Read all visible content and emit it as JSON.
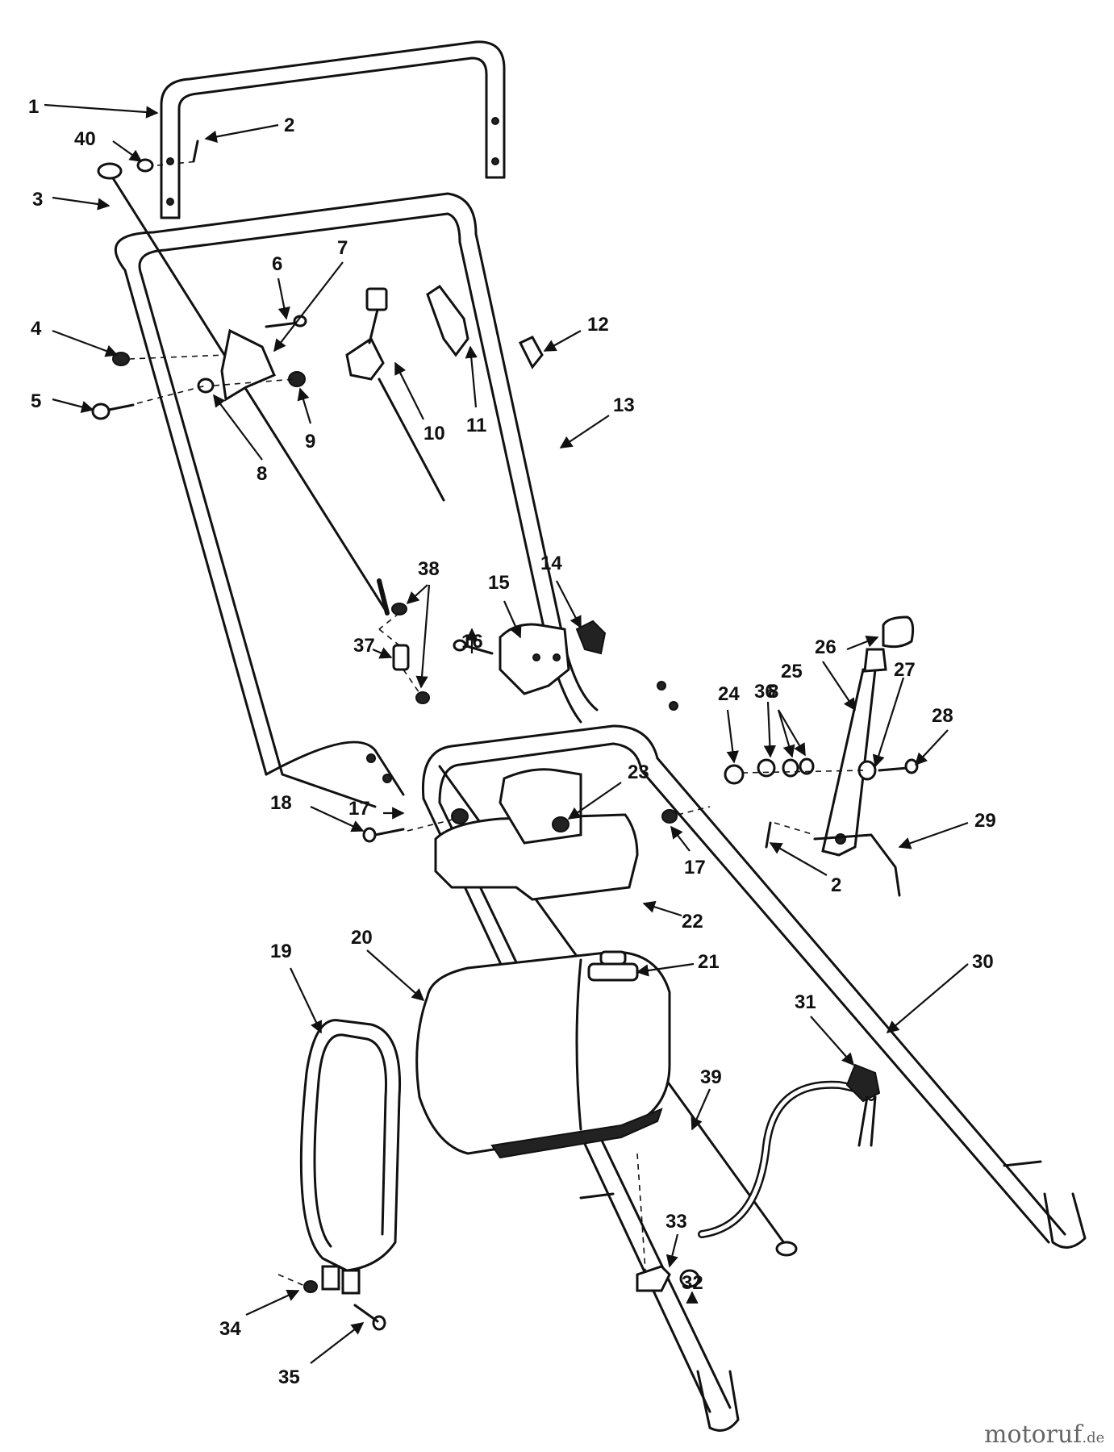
{
  "callouts": [
    {
      "id": "1"
    },
    {
      "id": "2"
    },
    {
      "id": "3"
    },
    {
      "id": "4"
    },
    {
      "id": "5"
    },
    {
      "id": "6"
    },
    {
      "id": "7"
    },
    {
      "id": "8"
    },
    {
      "id": "9"
    },
    {
      "id": "10"
    },
    {
      "id": "11"
    },
    {
      "id": "12"
    },
    {
      "id": "13"
    },
    {
      "id": "14"
    },
    {
      "id": "15"
    },
    {
      "id": "16"
    },
    {
      "id": "17"
    },
    {
      "id": "18"
    },
    {
      "id": "19"
    },
    {
      "id": "20"
    },
    {
      "id": "21"
    },
    {
      "id": "22"
    },
    {
      "id": "23"
    },
    {
      "id": "24"
    },
    {
      "id": "25"
    },
    {
      "id": "26"
    },
    {
      "id": "27"
    },
    {
      "id": "28"
    },
    {
      "id": "29"
    },
    {
      "id": "30"
    },
    {
      "id": "31"
    },
    {
      "id": "32"
    },
    {
      "id": "33"
    },
    {
      "id": "34"
    },
    {
      "id": "35"
    },
    {
      "id": "36"
    },
    {
      "id": "37"
    },
    {
      "id": "38"
    },
    {
      "id": "39"
    },
    {
      "id": "40"
    },
    {
      "id": "2"
    },
    {
      "id": "8"
    },
    {
      "id": "17"
    }
  ],
  "watermark": {
    "text": "motoruf",
    "suffix": ".de"
  }
}
